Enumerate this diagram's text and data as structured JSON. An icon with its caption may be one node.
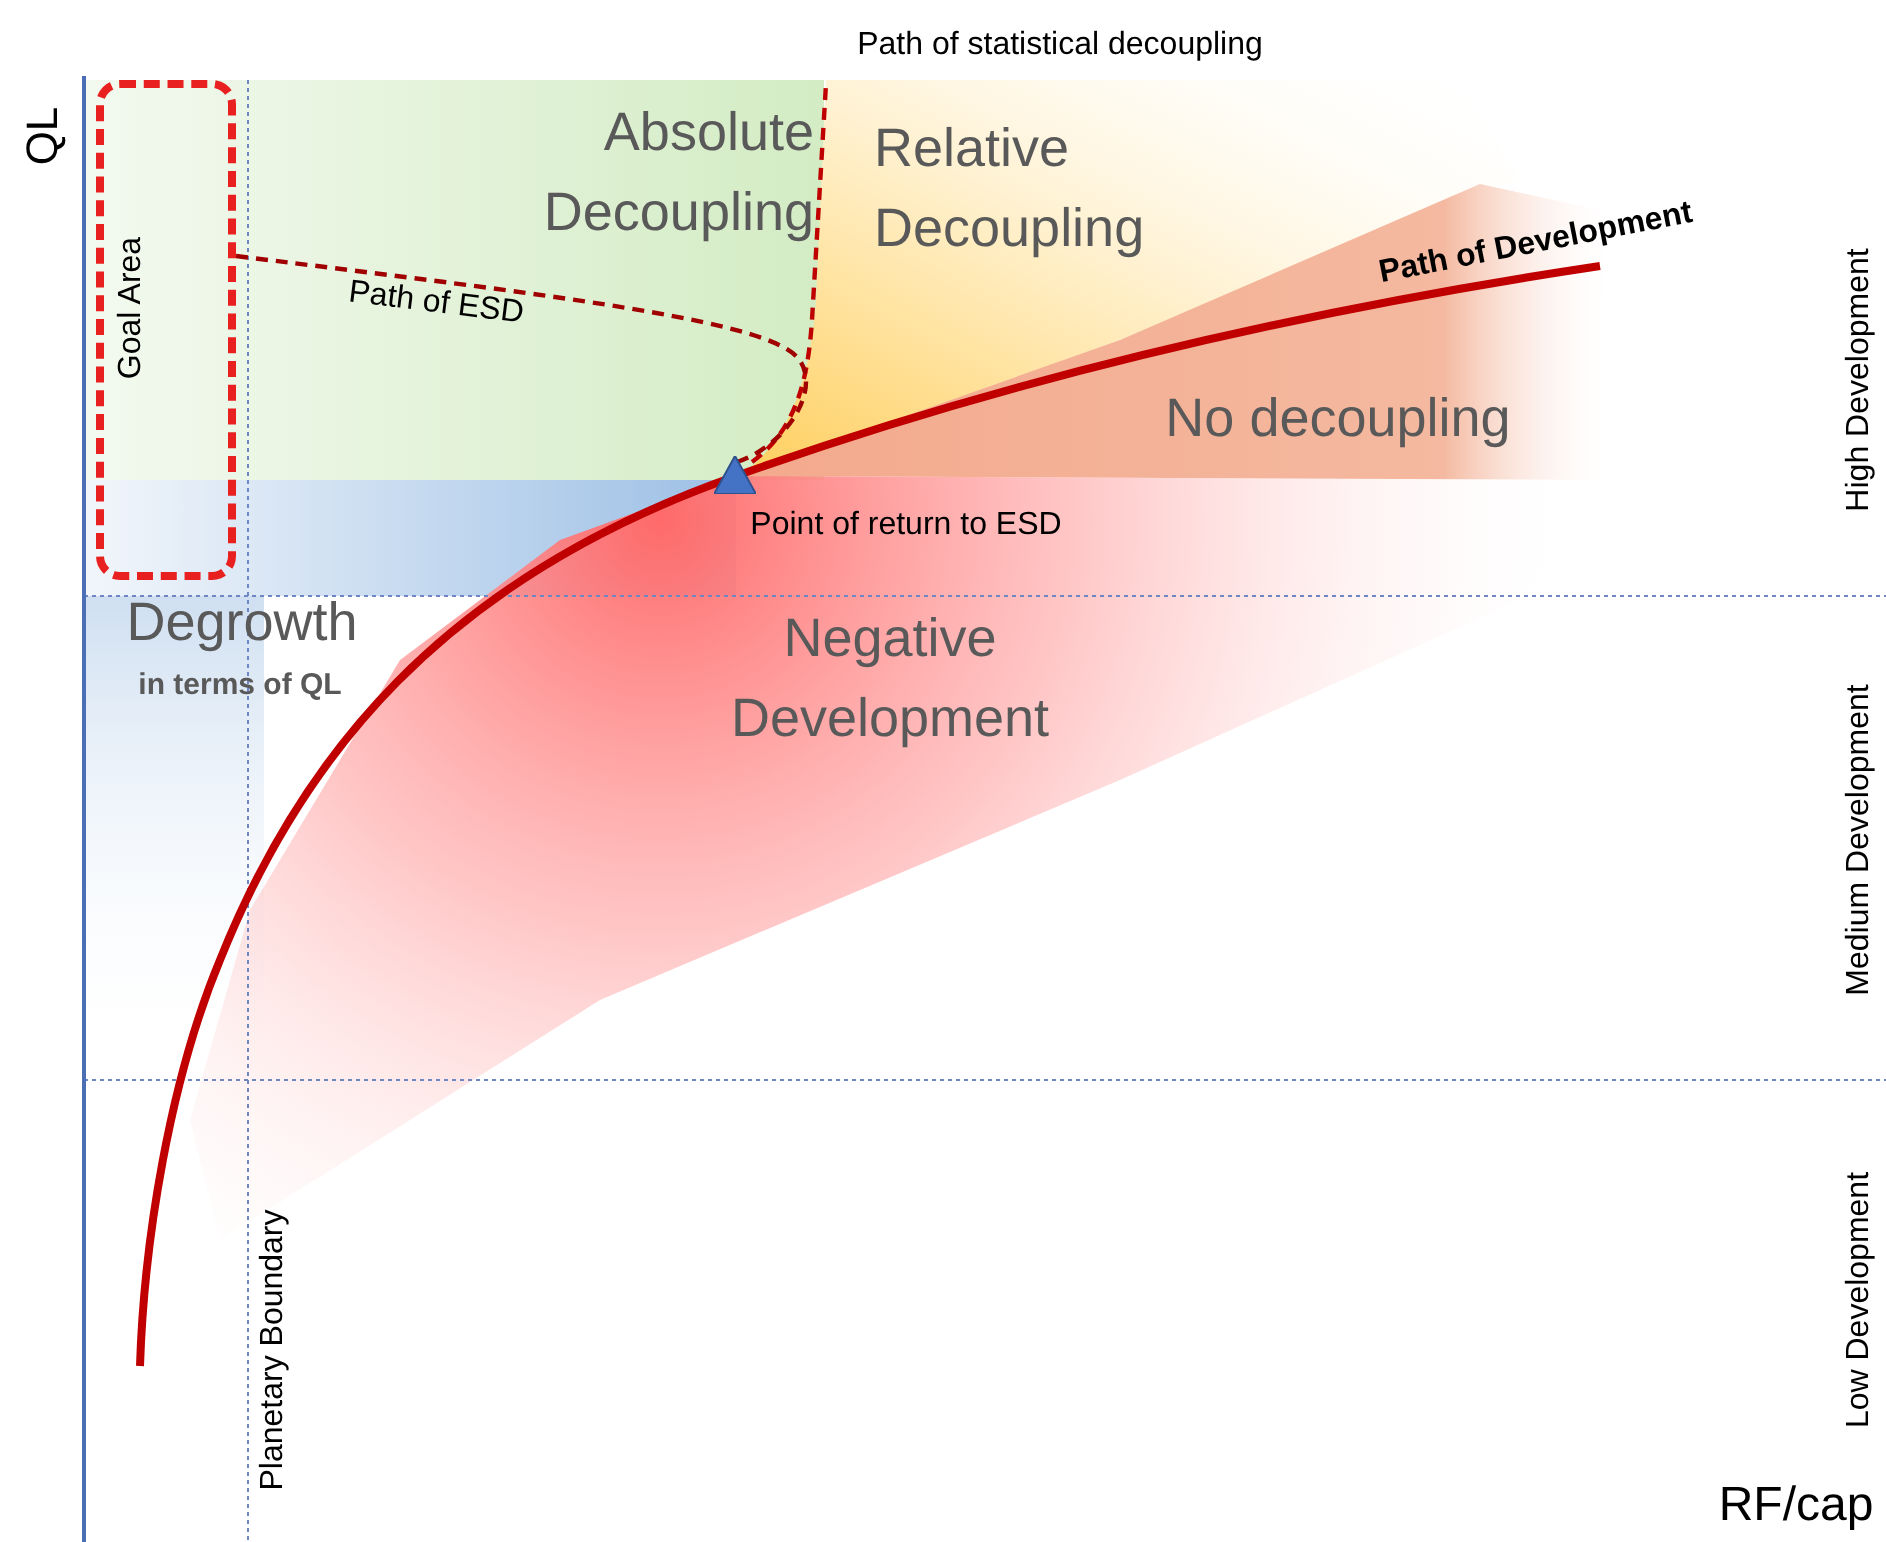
{
  "diagram": {
    "nodes": [
      {
        "text": [
          "Goal Area"
        ]
      },
      {
        "text": [],
        "shape": "triangle",
        "beside": [
          "Point of return to ESD"
        ]
      }
    ],
    "edges": [
      {
        "from": 1,
        "to": 0,
        "arrow": "none",
        "style": "dashed",
        "label": "Path of ESD"
      }
    ],
    "labels": [
      "QL",
      "Path of statistical decoupling",
      "Absolute Decoupling",
      "Relative Decoupling",
      "Path of Development",
      "High Development",
      "No decoupling",
      "Degrowth",
      "in terms of QL",
      "Negative Development",
      "Medium Development",
      "Planetary Boundary",
      "Low Development",
      "RF/cap"
    ]
  }
}
